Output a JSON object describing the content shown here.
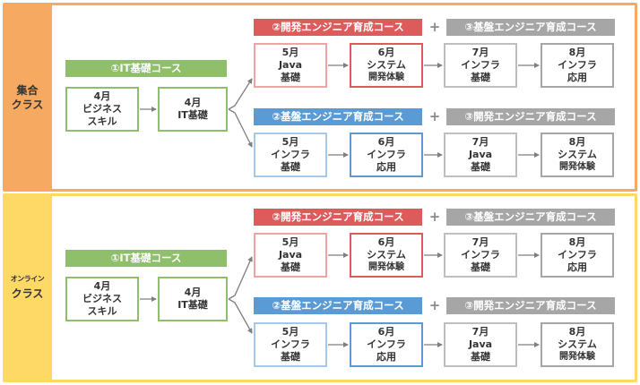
{
  "sections": [
    {
      "label_line1": "集合",
      "label_line2": "クラス",
      "it_course": "①IT基礎コース",
      "start1": {
        "line1": "4月",
        "line2": "ビジネス",
        "line3": "スキル"
      },
      "start2": {
        "line1": "4月",
        "line2": "IT基礎"
      },
      "upper": {
        "banner_main": "②開発エンジニア育成コース",
        "plus": "+",
        "banner_opt": "③基盤エンジニア育成コース",
        "boxes": [
          {
            "line1": "5月",
            "line2": "Java",
            "line3": "基礎"
          },
          {
            "line1": "6月",
            "line2": "システム",
            "line3": "開発体験"
          },
          {
            "line1": "7月",
            "line2": "インフラ",
            "line3": "基礎"
          },
          {
            "line1": "8月",
            "line2": "インフラ",
            "line3": "応用"
          }
        ]
      },
      "lower": {
        "banner_main": "②基盤エンジニア育成コース",
        "plus": "+",
        "banner_opt": "③開発エンジニア育成コース",
        "boxes": [
          {
            "line1": "5月",
            "line2": "インフラ",
            "line3": "基礎"
          },
          {
            "line1": "6月",
            "line2": "インフラ",
            "line3": "応用"
          },
          {
            "line1": "7月",
            "line2": "Java",
            "line3": "基礎"
          },
          {
            "line1": "8月",
            "line2": "システム",
            "line3": "開発体験"
          }
        ]
      }
    },
    {
      "label_line1": "オンライン",
      "label_line2": "クラス",
      "it_course": "①IT基礎コース",
      "start1": {
        "line1": "4月",
        "line2": "ビジネス",
        "line3": "スキル"
      },
      "start2": {
        "line1": "4月",
        "line2": "IT基礎"
      },
      "upper": {
        "banner_main": "②開発エンジニア育成コース",
        "plus": "+",
        "banner_opt": "③基盤エンジニア育成コース",
        "boxes": [
          {
            "line1": "5月",
            "line2": "Java",
            "line3": "基礎"
          },
          {
            "line1": "6月",
            "line2": "システム",
            "line3": "開発体験"
          },
          {
            "line1": "7月",
            "line2": "インフラ",
            "line3": "基礎"
          },
          {
            "line1": "8月",
            "line2": "インフラ",
            "line3": "応用"
          }
        ]
      },
      "lower": {
        "banner_main": "②基盤エンジニア育成コース",
        "plus": "+",
        "banner_opt": "③開発エンジニア育成コース",
        "boxes": [
          {
            "line1": "5月",
            "line2": "インフラ",
            "line3": "基礎"
          },
          {
            "line1": "6月",
            "line2": "インフラ",
            "line3": "応用"
          },
          {
            "line1": "7月",
            "line2": "Java",
            "line3": "基礎"
          },
          {
            "line1": "8月",
            "line2": "システム",
            "line3": "開発体験"
          }
        ]
      }
    }
  ],
  "colors": {
    "group_band": "#f5a961",
    "online_band": "#ffd966",
    "it_course": "#8fbf6a",
    "dev_course": "#de5b5b",
    "infra_course": "#5b9bd5",
    "optional_course": "#a6a6a6",
    "connector": "#7f7f7f"
  }
}
